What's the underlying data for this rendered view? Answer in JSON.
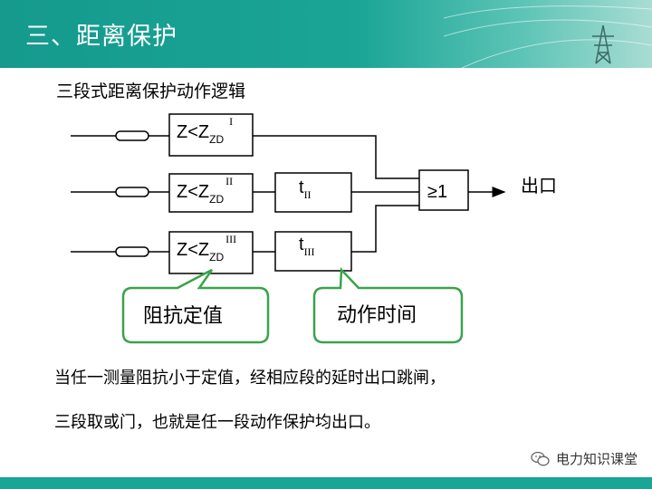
{
  "header": {
    "title": "三、距离保护"
  },
  "subtitle": "三段式距离保护动作逻辑",
  "diagram": {
    "z1": {
      "main": "Z<Z",
      "sub": "ZD",
      "sup": "I"
    },
    "z2": {
      "main": "Z<Z",
      "sub": "ZD",
      "sup": "II"
    },
    "z3": {
      "main": "Z<Z",
      "sub": "ZD",
      "sup": "III"
    },
    "t2": {
      "main": "t",
      "sub": "II"
    },
    "t3": {
      "main": "t",
      "sub": "III"
    },
    "or_gate": "≥1",
    "output": "出口",
    "callout_left": "阻抗定值",
    "callout_right": "动作时间"
  },
  "body": {
    "line1": "当任一测量阻抗小于定值，经相应段的延时出口跳闸，",
    "line2": "三段取或门，也就是任一段动作保护均出口。"
  },
  "watermark": "电力知识课堂",
  "colors": {
    "header": "#1aa596",
    "callout_border": "#3aa34a",
    "footer": "#1aa596"
  }
}
